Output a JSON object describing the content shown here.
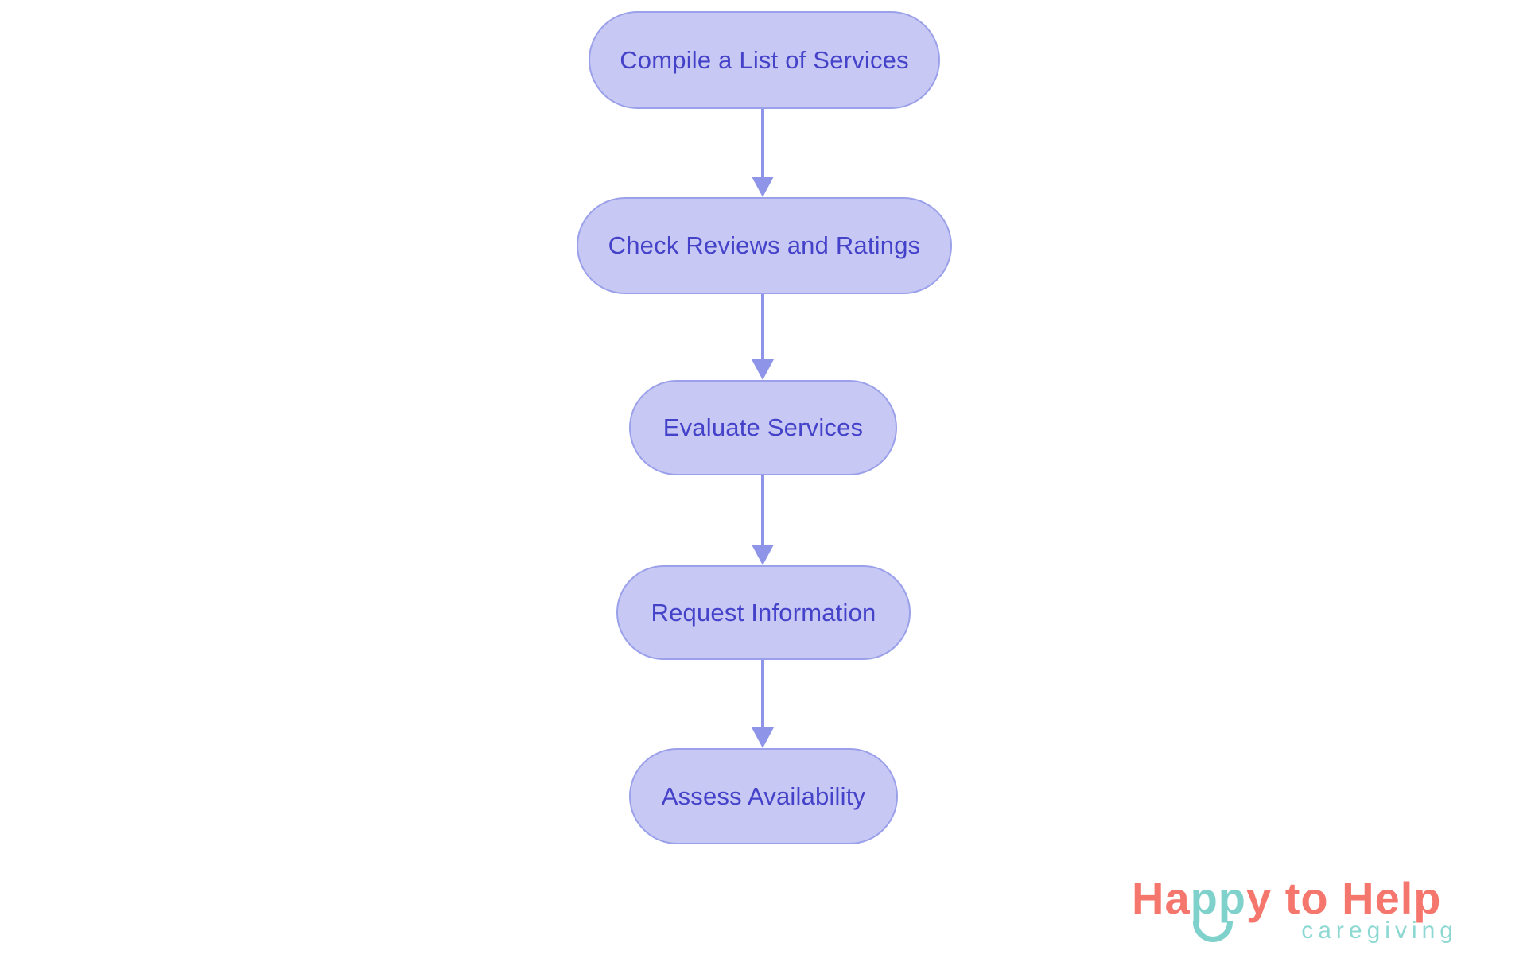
{
  "page": {
    "background_color": "#ffffff"
  },
  "chart_type": "flowchart",
  "flowchart": {
    "direction": "top-to-bottom",
    "nodes": [
      {
        "label": "Compile a List of Services"
      },
      {
        "label": "Check Reviews and Ratings"
      },
      {
        "label": "Evaluate Services"
      },
      {
        "label": "Request Information"
      },
      {
        "label": "Assess Availability"
      }
    ],
    "edges": [
      {
        "from": 0,
        "to": 1
      },
      {
        "from": 1,
        "to": 2
      },
      {
        "from": 2,
        "to": 3
      },
      {
        "from": 3,
        "to": 4
      }
    ],
    "colors": {
      "node_fill": "#c7c8f3",
      "node_border": "#9aa0e9",
      "node_text": "#4542ca",
      "arrow": "#8e95e9"
    }
  },
  "logo": {
    "seg1": "Ha",
    "seg2": "pp",
    "seg3": "y to Help",
    "tagline": "caregiving",
    "colors": {
      "coral": "#f4766c",
      "teal": "#7fd2cc",
      "teal_light": "#8ed8d3"
    }
  }
}
